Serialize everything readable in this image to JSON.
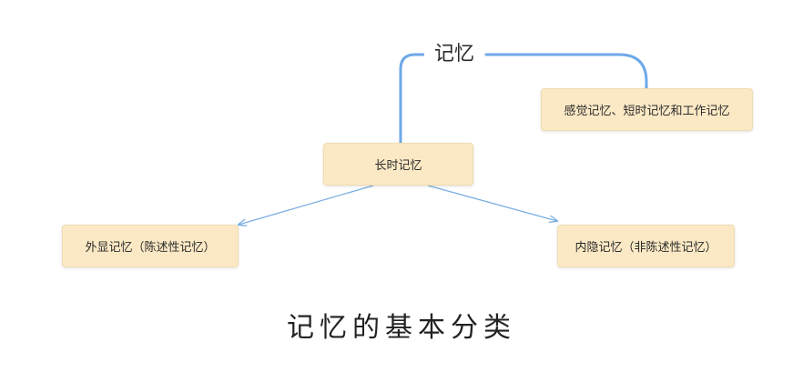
{
  "diagram": {
    "root": {
      "label": "记忆"
    },
    "nodes": {
      "sensory": {
        "label": "感觉记忆、短时记忆和工作记忆"
      },
      "long_term": {
        "label": "长时记忆"
      },
      "explicit": {
        "label": "外显记忆（陈述性记忆）"
      },
      "implicit": {
        "label": "内隐记忆（非陈述性记忆）"
      }
    },
    "caption": "记忆的基本分类",
    "colors": {
      "branch_line": "#6fa8e8",
      "arrow_line": "#7aaee0",
      "node_fill": "#fbe9c5"
    }
  }
}
